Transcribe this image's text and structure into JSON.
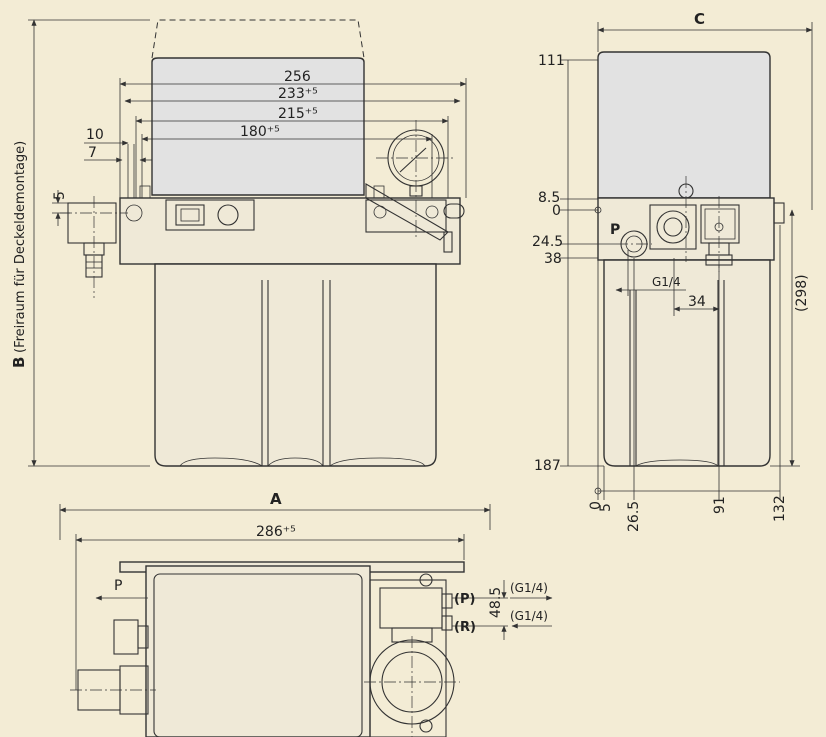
{
  "colors": {
    "background": "#f3ecd5",
    "line": "#333333",
    "cover_fill": "#e2e2e2",
    "body_fill": "#efe9d7"
  },
  "front_view": {
    "dim_B_label": "B",
    "dim_B_note": "(Freiraum für Deckeldemontage)",
    "dims": [
      "256",
      "233⁺⁵",
      "215⁺⁵",
      "180⁺⁵",
      "10",
      "7",
      "5"
    ]
  },
  "side_view": {
    "dim_C_label": "C",
    "vertical_dims": [
      "111",
      "8.5",
      "0",
      "24.5",
      "38",
      "187"
    ],
    "port_label": "P",
    "thread_label": "G1/4",
    "dim_34": "34",
    "bottom_dims": [
      "0",
      "5",
      "26.5",
      "91",
      "132"
    ],
    "height_298": "(298)"
  },
  "plan_view": {
    "dim_A_label": "A",
    "dim_286": "286⁺⁵",
    "port_P_left": "P",
    "dim_48_5": "48.5",
    "port_P": "(P)",
    "port_R": "(R)",
    "thread_top": "(G1/4)",
    "thread_bottom": "(G1/4)"
  }
}
